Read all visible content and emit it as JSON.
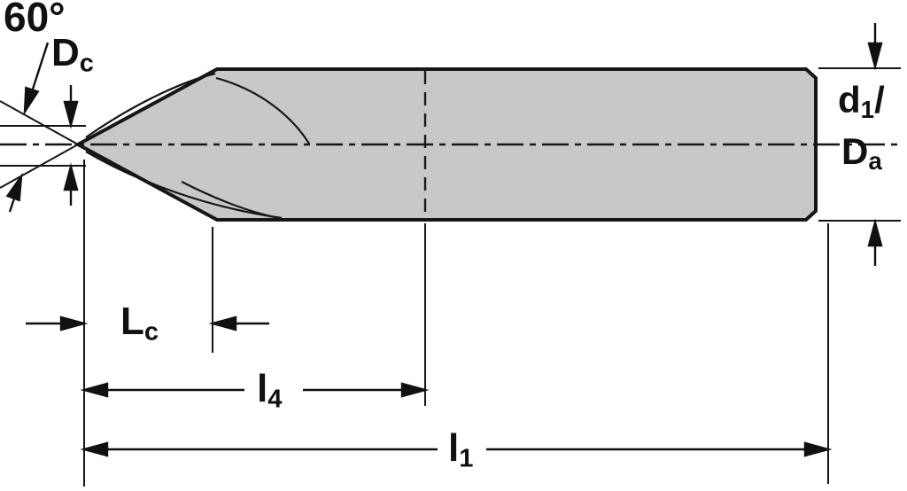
{
  "figure": {
    "type": "technical-drawing",
    "description": "Side view of a 60-degree chamfer end mill with dimension annotations",
    "colors": {
      "outline": "#161616",
      "body_fill": "#c8c8c8",
      "background": "#ffffff",
      "dimension_line": "#111111"
    },
    "labels": {
      "point_angle": {
        "text": "60°"
      },
      "tip_diameter": {
        "base": "D",
        "sub": "c"
      },
      "shank_diameter": {
        "base": "d",
        "sub": "1",
        "suffix": "/"
      },
      "shank_diameter2": {
        "base": "D",
        "sub": "a"
      },
      "cut_length": {
        "base": "L",
        "sub": "c"
      },
      "intermediate_length": {
        "base": "l",
        "sub": "4"
      },
      "overall_length": {
        "base": "l",
        "sub": "1"
      }
    }
  }
}
